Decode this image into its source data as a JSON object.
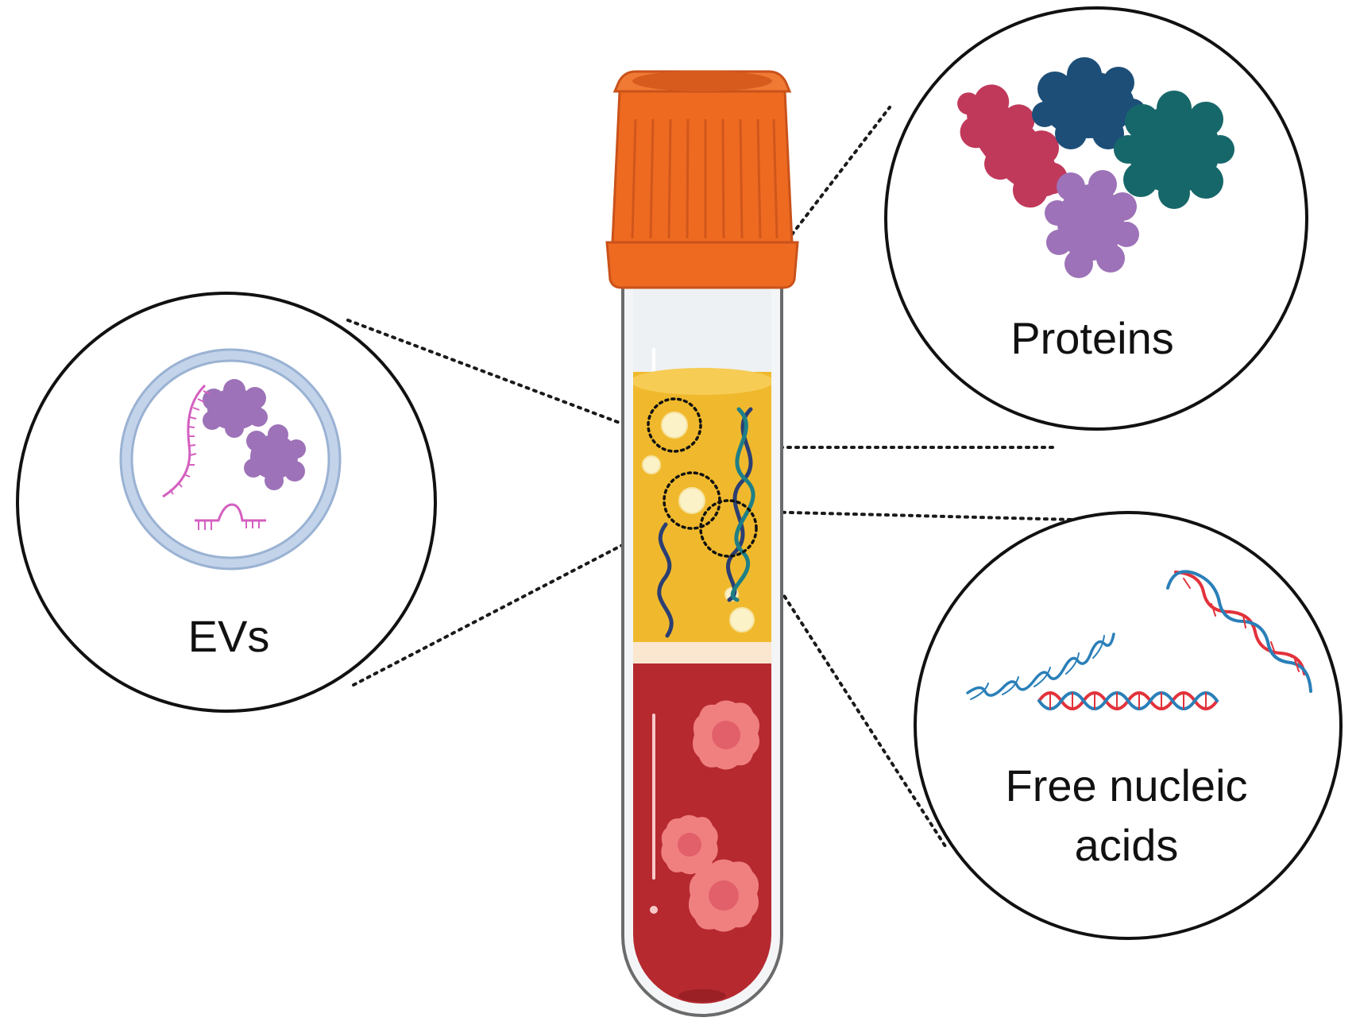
{
  "labels": {
    "proteins": "Proteins",
    "evs": "EVs",
    "nucleic_line1": "Free nucleic",
    "nucleic_line2": "acids"
  },
  "colors": {
    "background": "#ffffff",
    "cap_orange": "#ee6a21",
    "cap_orange_dark": "#c9521a",
    "plasma_yellow": "#f0b92d",
    "plasma_yellow_top": "#f6cc55",
    "buffy_coat": "#fbe6cf",
    "blood_red": "#b5292f",
    "blood_red_dark": "#8f1c22",
    "cell_pink": "#f08080",
    "protein_red": "#c0395a",
    "protein_navy": "#1c4e78",
    "protein_teal": "#16676a",
    "protein_purple": "#9d72b8",
    "ev_membrane": "#a9c3e0",
    "ev_rna": "#d45fc0",
    "dna_blue": "#2a7fb8",
    "dna_red": "#e2323b",
    "strand_navy": "#2b3f73",
    "strand_teal": "#1e7f87"
  },
  "icons": [
    "blood-tube-icon",
    "protein-icon",
    "extracellular-vesicle-icon",
    "rna-icon",
    "dna-double-helix-icon",
    "single-strand-dna-icon",
    "blood-cell-icon"
  ]
}
